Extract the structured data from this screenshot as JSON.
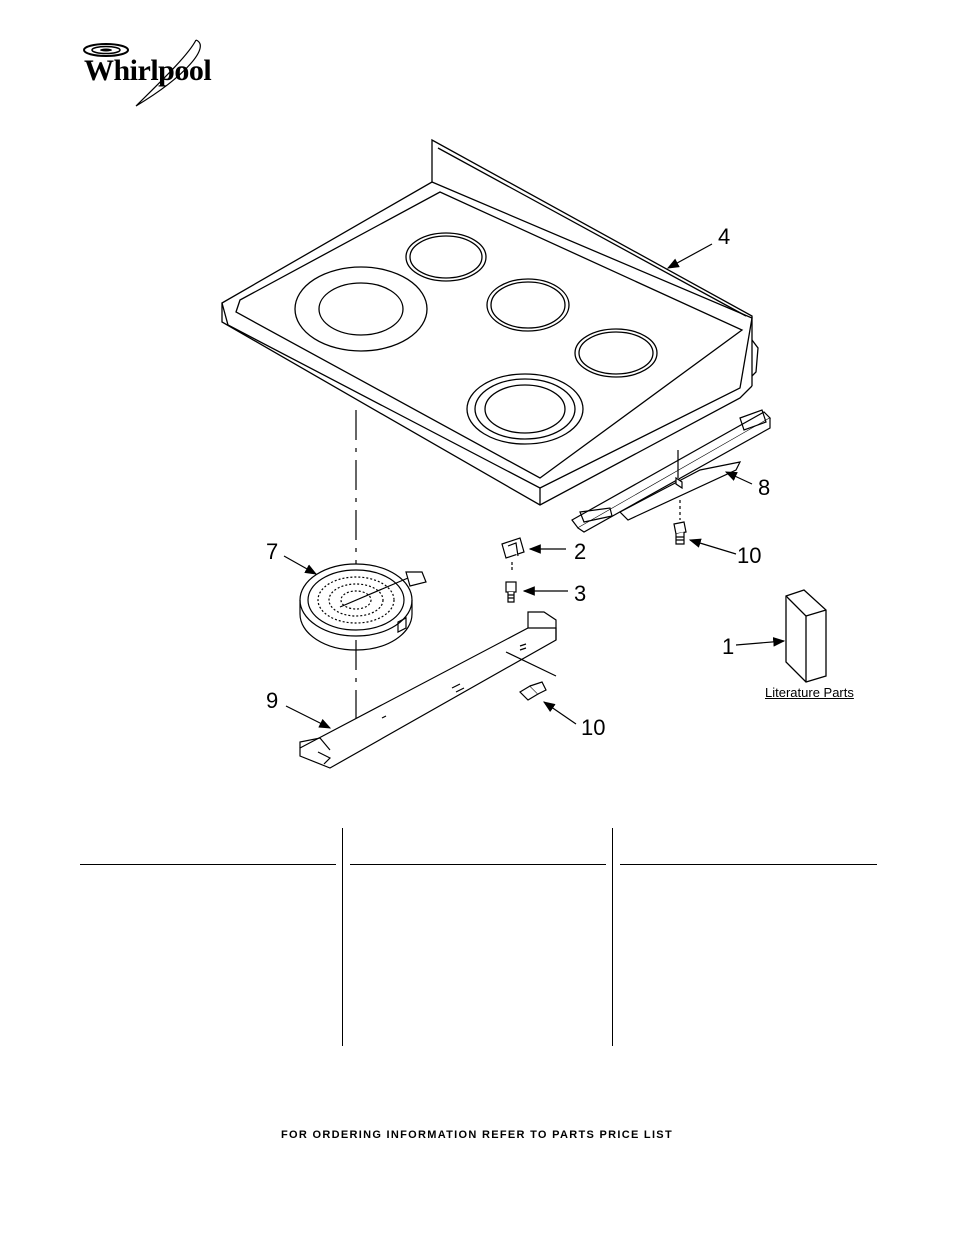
{
  "brand": {
    "name": "Whirlpool"
  },
  "callouts": {
    "c1": "1",
    "c2": "2",
    "c3": "3",
    "c4": "4",
    "c7": "7",
    "c8": "8",
    "c9": "9",
    "c10a": "10",
    "c10b": "10"
  },
  "literature": {
    "label": "Literature Parts"
  },
  "footer": {
    "note": "FOR ORDERING INFORMATION REFER TO PARTS PRICE LIST"
  }
}
